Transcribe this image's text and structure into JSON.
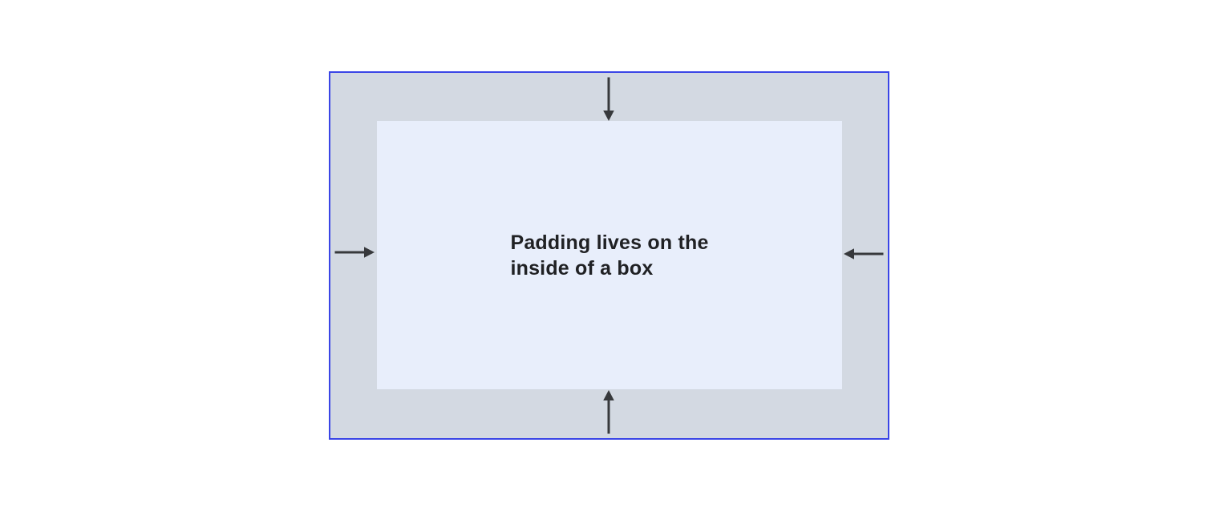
{
  "diagram": {
    "caption": {
      "line1": "Padding lives on the",
      "line2": "inside of a box"
    },
    "boxes": {
      "outer": "element-border-box",
      "padding_area": "padding-area",
      "inner": "content-box"
    },
    "arrows": [
      {
        "icon": "arrow-down-icon",
        "edge": "top",
        "meaning": "padding pushes inward from top"
      },
      {
        "icon": "arrow-left-icon",
        "edge": "right",
        "meaning": "padding pushes inward from right"
      },
      {
        "icon": "arrow-up-icon",
        "edge": "bottom",
        "meaning": "padding pushes inward from bottom"
      },
      {
        "icon": "arrow-right-icon",
        "edge": "left",
        "meaning": "padding pushes inward from left"
      }
    ]
  },
  "colors": {
    "canvas-bg": "#ffffff",
    "box-border": "#3a45e6",
    "padding-bg": "#d3d9e2",
    "content-bg": "#e8eefb",
    "arrow": "#37393c",
    "caption-text": "#202124"
  }
}
